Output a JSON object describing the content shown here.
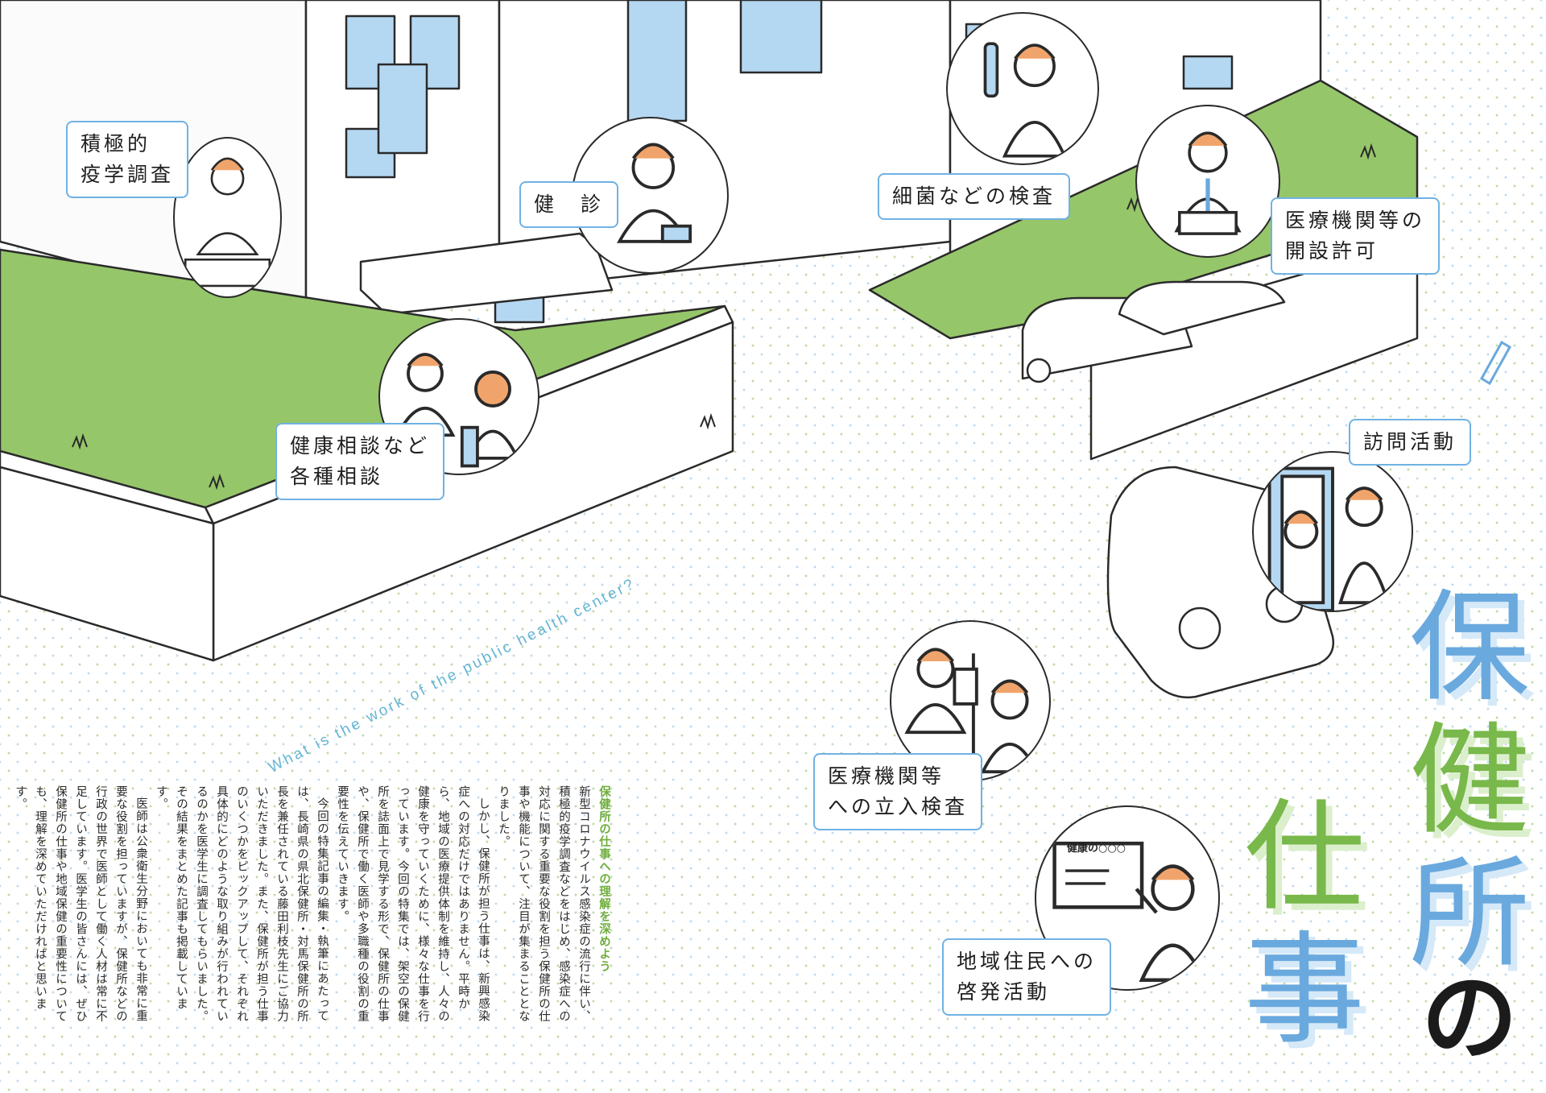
{
  "title": {
    "part1": "保",
    "part2": "健",
    "part3": "所",
    "part4": "の",
    "part5": "仕",
    "part6": "事"
  },
  "subtitle": "What is the work of the public health center?",
  "labels": {
    "epidemiology": "積極的\n疫学調査",
    "checkup": "健　診",
    "bacteria": "細菌などの検査",
    "permit": "医療機関等の\n開設許可",
    "consultation": "健康相談など\n各種相談",
    "visit": "訪問活動",
    "inspection": "医療機関等\nへの立入検査",
    "education": "地域住民への\n啓発活動"
  },
  "board_text": "健康の○○○",
  "article": {
    "lead": "保健所の仕事への理解を深めよう",
    "p1": "新型コロナウイルス感染症の流行に伴い、積極的疫学調査などをはじめ、感染症への対応に関する重要な役割を担う保健所の仕事や機能について、注目が集まることとなりました。",
    "p2": "しかし、保健所が担う仕事は、新興感染症への対応だけではありません。平時から、地域の医療提供体制を維持し、人々の健康を守っていくために、様々な仕事を行っています。今回の特集では、架空の保健所を誌面上で見学する形で、保健所の仕事や、保健所で働く医師や多職種の役割の重要性を伝えていきます。",
    "p3": "今回の特集記事の編集・執筆にあたっては、長崎県の県北保健所・対馬保健所の所長を兼任されている藤田利枝先生にご協力いただきました。また、保健所が担う仕事のいくつかをピックアップして、それぞれ具体的にどのような取り組みが行われているのかを医学生に調査してもらいました。その結果をまとめた記事も掲載しています。",
    "p4": "医師は公衆衛生分野においても非常に重要な役割を担っていますが、保健所などの行政の世界で医師として働く人材は常に不足しています。医学生の皆さんには、ぜひ保健所の仕事や地域保健の重要性についても、理解を深めていただければと思います。"
  },
  "colors": {
    "accent_blue": "#6aa9de",
    "accent_green": "#79b84b",
    "lawn": "#96c66a",
    "label_border": "#6fb2e3"
  }
}
